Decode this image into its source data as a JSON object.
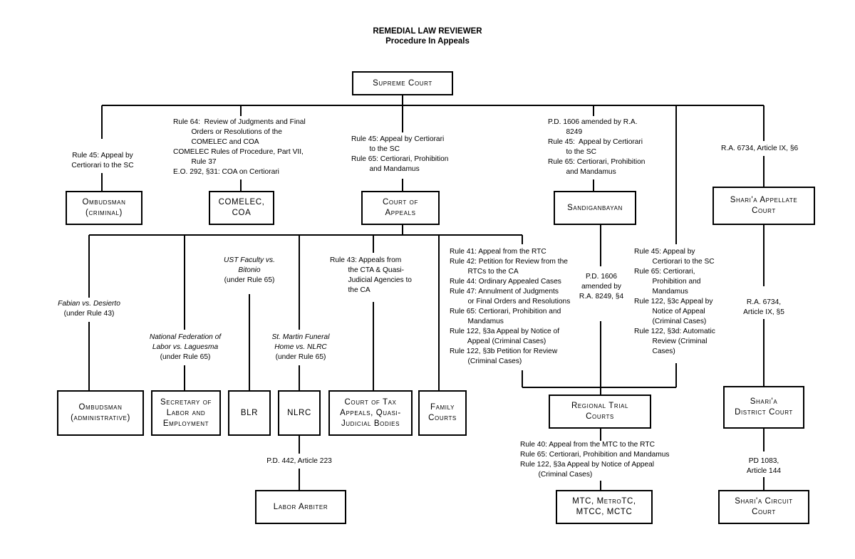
{
  "header": {
    "title": "REMEDIAL LAW REVIEWER",
    "subtitle": "Procedure In Appeals"
  },
  "nodes": {
    "supreme_court": "Supreme Court",
    "ombudsman_criminal": "Ombudsman\n(criminal)",
    "comelec_coa": "COMELEC,\nCOA",
    "court_of_appeals": "Court of\nAppeals",
    "sandiganbayan": "Sandiganbayan",
    "sharia_appellate": "Shari'a Appellate\nCourt",
    "ombudsman_admin": "Ombudsman\n(administrative)",
    "secretary_labor": "Secretary of\nLabor and\nEmployment",
    "blr": "BLR",
    "nlrc": "NLRC",
    "court_tax_appeals": "Court of Tax\nAppeals, Quasi-\nJudicial Bodies",
    "family_courts": "Family\nCourts",
    "regional_trial": "Regional Trial\nCourts",
    "sharia_district": "Shari'a\nDistrict Court",
    "labor_arbiter": "Labor Arbiter",
    "mtc": "MTC, MetroTC,\nMTCC, MCTC",
    "sharia_circuit": "Shari'a Circuit\nCourt"
  },
  "edges": {
    "ombudsman_criminal": "Rule 45: Appeal by\nCertiorari to the SC",
    "comelec_coa": "Rule 64:  Review of Judgments and Final\n         Orders or Resolutions of the\n         COMELEC and COA\nCOMELEC Rules of Procedure, Part VII,\n         Rule 37\nE.O. 292, §31: COA on Certiorari",
    "court_of_appeals": "Rule 45: Appeal by Certiorari\n         to the SC\nRule 65: Certiorari, Prohibition\n         and Mandamus",
    "sandiganbayan": "P.D. 1606 amended by R.A.\n         8249\nRule 45:  Appeal by Certiorari\n         to the SC\nRule 65: Certiorari, Prohibition\n         and Mandamus",
    "sharia_appellate": "R.A. 6734, Article IX, §6",
    "ombudsman_admin_case": "Fabian vs. Desierto",
    "ombudsman_admin_rule": "(under Rule 43)",
    "secretary_labor_case": "National Federation of\nLabor vs. Laguesma",
    "secretary_labor_rule": "(under Rule 65)",
    "blr_case": "UST Faculty vs.\nBitonio",
    "blr_rule": "(under Rule 65)",
    "nlrc_case": "St. Martin Funeral\nHome vs. NLRC",
    "nlrc_rule": "(under Rule 65)",
    "court_tax_appeals": "Rule 43: Appeals from\n         the CTA & Quasi-\n         Judicial Agencies to\n         the CA",
    "rtc_to_ca": "Rule 41: Appeal from the RTC\nRule 42: Petition for Review from the\n         RTCs to the CA\nRule 44: Ordinary Appealed Cases\nRule 47: Annulment of Judgments\n         or Final Orders and Resolutions\nRule 65: Certiorari, Prohibition and\n         Mandamus\nRule 122, §3a Appeal by Notice of\n         Appeal (Criminal Cases)\nRule 122, §3b Petition for Review\n         (Criminal Cases)",
    "rtc_to_sandiganbayan": "P.D. 1606\namended by\nR.A. 8249, §4",
    "rtc_to_sc": "Rule 45: Appeal by\n         Certiorari to the SC\nRule 65: Certiorari,\n         Prohibition and\n         Mandamus\nRule 122, §3c Appeal by\n         Notice of Appeal\n         (Criminal Cases)\nRule 122, §3d: Automatic\n         Review (Criminal\n         Cases)",
    "sharia_district": "R.A. 6734,\nArticle IX, §5",
    "labor_arbiter": "P.D. 442, Article 223",
    "mtc": "Rule 40: Appeal from the MTC to the RTC\nRule 65: Certiorari, Prohibition and Mandamus\nRule 122, §3a Appeal by Notice of Appeal\n         (Criminal Cases)",
    "sharia_circuit": "PD 1083,\nArticle 144"
  }
}
